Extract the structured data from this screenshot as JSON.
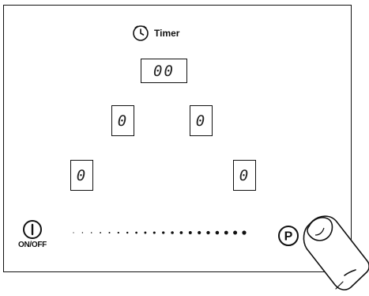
{
  "timer": {
    "label": "Timer",
    "icon": "clock-icon",
    "display": "00"
  },
  "zones": [
    {
      "value": "0"
    },
    {
      "value": "0"
    },
    {
      "value": "0"
    },
    {
      "value": "0"
    }
  ],
  "power": {
    "label": "ON/OFF",
    "icon": "power-icon"
  },
  "slider": {
    "dot_count": 20,
    "icon": "power-level-slider"
  },
  "pause": {
    "label": "P",
    "icon": "pause-icon"
  },
  "finger": {
    "icon": "finger-icon"
  }
}
